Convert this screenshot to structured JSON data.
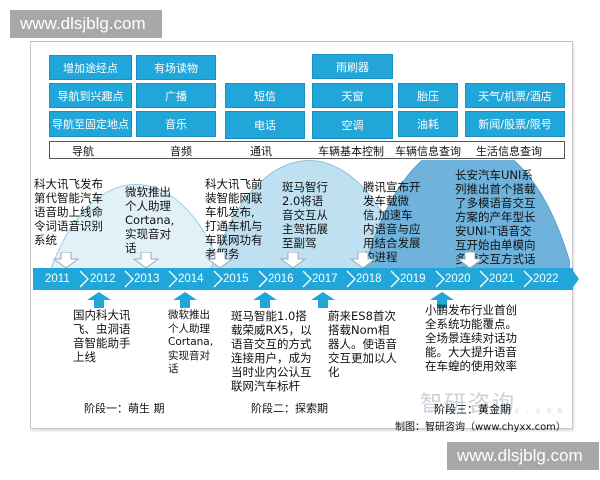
{
  "watermarks": {
    "top": "www.dlsjblg.com",
    "bottom": "www.dlsjblg.com"
  },
  "categories": [
    {
      "label": "导航",
      "items": [
        "增加途经点",
        "导航到兴趣点",
        "导航至固定地点"
      ]
    },
    {
      "label": "音频",
      "items": [
        "有场读物",
        "广播",
        "音乐"
      ]
    },
    {
      "label": "通讯",
      "items": [
        "短信",
        "电话"
      ]
    },
    {
      "label": "车辆基本控制",
      "items": [
        "雨刷器",
        "天窗",
        "空调"
      ]
    },
    {
      "label": "车辆信息查询",
      "items": [
        "胎压",
        "油耗"
      ]
    },
    {
      "label": "生活信息查询",
      "items": [
        "天气/机票/酒店",
        "新闻/股票/限号"
      ]
    }
  ],
  "timeline": {
    "years": [
      "2011",
      "2012",
      "2013",
      "2014",
      "2015",
      "2016",
      "2017",
      "2018",
      "2019",
      "2020",
      "2021",
      "2022"
    ],
    "accent_color": "#21a6d9"
  },
  "events_above": [
    {
      "year": "2011",
      "text": "科大讯飞发布第代智能汽车语音助上线命令词语音识别系统"
    },
    {
      "year": "2013",
      "text": "微软推出个人助理Cortana,实现音对话"
    },
    {
      "year": "2015",
      "text": "科大讯飞前装智能网联车机发布,打通车机与车联网功有老服务"
    },
    {
      "year": "2016",
      "text": "斑马智行2.0将语音交互从主驾拓展至副驾"
    },
    {
      "year": "2018",
      "text": "腾讯宣布开发车载微信,加速车内语音与应用结合发展的进程"
    },
    {
      "year": "2021",
      "text": "长安汽车UNI系列推出首个搭载了多模语音交互方案的产年型长安UNI-T语音交互开始由单模向多模交互方式话配"
    }
  ],
  "events_below": [
    {
      "year": "2012",
      "text": "国内科大讯飞、虫洞语音智能助手上线"
    },
    {
      "year": "2014",
      "text": "微软推出个人助理Cortana,实现音对话"
    },
    {
      "year": "2016",
      "text": "斑马智能1.0搭载荣威RX5，以语音交互的方式连接用户，成为当时业内公认互联网汽车标杆"
    },
    {
      "year": "2018",
      "text": "蔚来ES8首次搭载Nom相器人。使语音交互更加以人化"
    },
    {
      "year": "2020",
      "text": "小鹏发布行业首创全系统功能覆点。全场景连续对话功能。大大提升语音在车蝗的使用效率"
    }
  ],
  "stages": [
    "阶段一：萌生 期",
    "阶段二：探索期",
    "阶段三：黄金期"
  ],
  "credit": "制图：智研咨询（www.chyxx.com）",
  "logo_watermark": {
    "name": "智研咨询",
    "url": "www.chyxx.com"
  }
}
